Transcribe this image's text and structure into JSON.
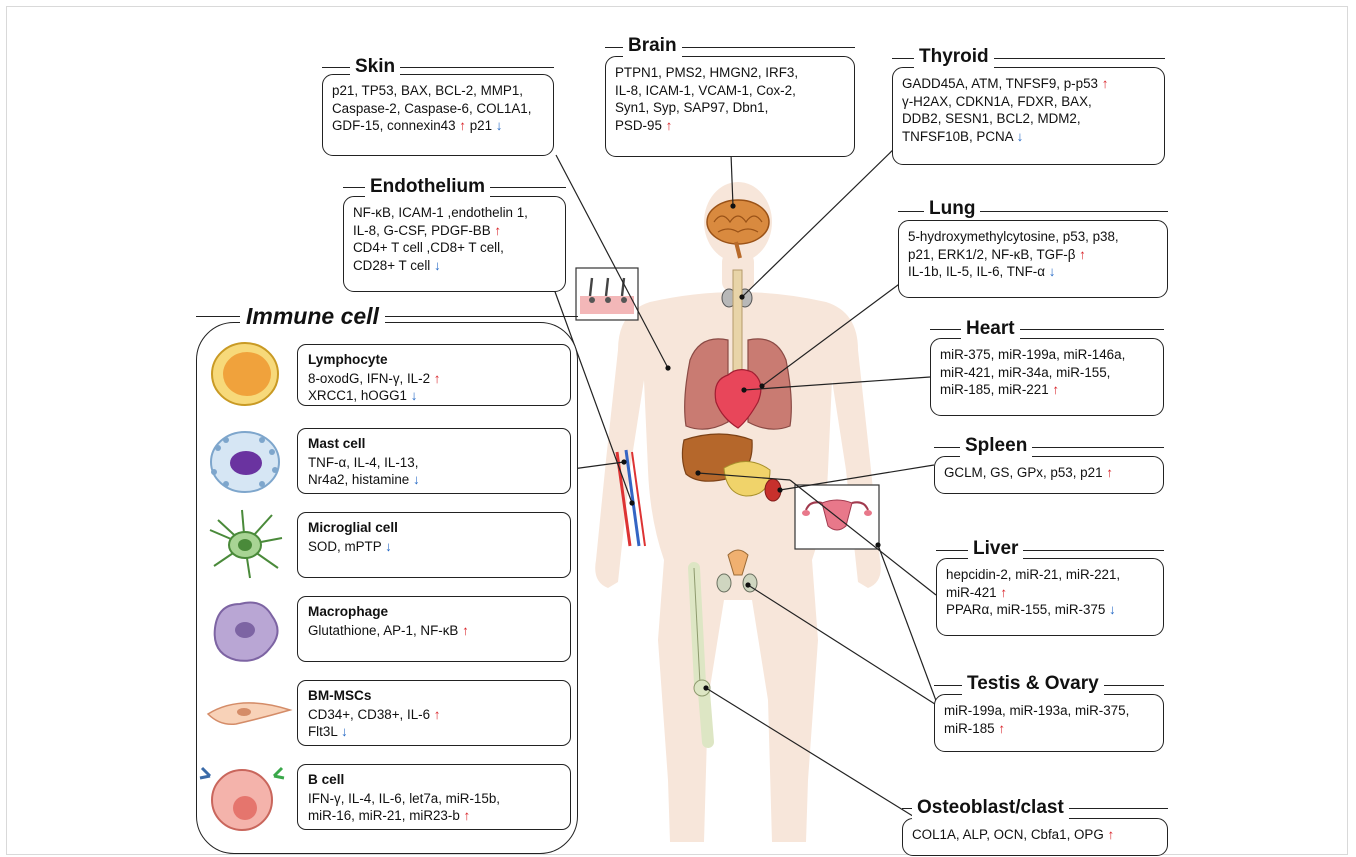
{
  "arrows": {
    "up": "↑",
    "down": "↓"
  },
  "colors": {
    "up": "#d9262c",
    "down": "#2468c5",
    "body": "#f7e6da"
  },
  "panels": {
    "skin": {
      "title": "Skin",
      "lines": [
        [
          {
            "t": "p21, TP53, BAX, BCL-2, MMP1,"
          }
        ],
        [
          {
            "t": "Caspase-2, Caspase-6, COL1A1,"
          }
        ],
        [
          {
            "t": "GDF-15, connexin43 "
          },
          {
            "a": "up"
          },
          {
            "t": "  p21 "
          },
          {
            "a": "down"
          }
        ]
      ]
    },
    "brain": {
      "title": "Brain",
      "lines": [
        [
          {
            "t": "PTPN1, PMS2, HMGN2, IRF3,"
          }
        ],
        [
          {
            "t": "IL-8, ICAM-1, VCAM-1, Cox-2,"
          }
        ],
        [
          {
            "t": "Syn1, Syp, SAP97, Dbn1,"
          }
        ],
        [
          {
            "t": "PSD-95 "
          },
          {
            "a": "up"
          }
        ]
      ]
    },
    "thyroid": {
      "title": "Thyroid",
      "lines": [
        [
          {
            "t": "GADD45A, ATM, TNFSF9, p-p53 "
          },
          {
            "a": "up"
          }
        ],
        [
          {
            "t": "γ-H2AX, CDKN1A, FDXR, BAX,"
          }
        ],
        [
          {
            "t": "DDB2, SESN1, BCL2, MDM2,"
          }
        ],
        [
          {
            "t": "TNFSF10B, PCNA "
          },
          {
            "a": "down"
          }
        ]
      ]
    },
    "endothelium": {
      "title": "Endothelium",
      "lines": [
        [
          {
            "t": "NF-κB, ICAM-1 ,endothelin 1,"
          }
        ],
        [
          {
            "t": "IL-8, G-CSF, PDGF-BB "
          },
          {
            "a": "up"
          }
        ],
        [
          {
            "t": "CD4+ T cell ,CD8+ T cell,"
          }
        ],
        [
          {
            "t": "CD28+ T cell "
          },
          {
            "a": "down"
          }
        ]
      ]
    },
    "lung": {
      "title": "Lung",
      "lines": [
        [
          {
            "t": "5-hydroxymethylcytosine, p53, p38,"
          }
        ],
        [
          {
            "t": "p21, ERK1/2, NF-κB, TGF-β "
          },
          {
            "a": "up"
          }
        ],
        [
          {
            "t": "IL-1b, IL-5, IL-6, TNF-α "
          },
          {
            "a": "down"
          }
        ]
      ]
    },
    "heart": {
      "title": "Heart",
      "lines": [
        [
          {
            "t": "miR-375, miR-199a, miR-146a,"
          }
        ],
        [
          {
            "t": "miR-421, miR-34a, miR-155,"
          }
        ],
        [
          {
            "t": "miR-185, miR-221 "
          },
          {
            "a": "up"
          }
        ]
      ]
    },
    "spleen": {
      "title": "Spleen",
      "lines": [
        [
          {
            "t": "GCLM, GS, GPx, p53, p21 "
          },
          {
            "a": "up"
          }
        ]
      ]
    },
    "liver": {
      "title": "Liver",
      "lines": [
        [
          {
            "t": "hepcidin-2, miR-21, miR-221,"
          }
        ],
        [
          {
            "t": "miR-421 "
          },
          {
            "a": "up"
          }
        ],
        [
          {
            "t": "PPARα, miR-155, miR-375 "
          },
          {
            "a": "down"
          }
        ]
      ]
    },
    "testis": {
      "title": "Testis & Ovary",
      "lines": [
        [
          {
            "t": "miR-199a, miR-193a, miR-375,"
          }
        ],
        [
          {
            "t": "miR-185 "
          },
          {
            "a": "up"
          }
        ]
      ]
    },
    "osteo": {
      "title": "Osteoblast/clast",
      "lines": [
        [
          {
            "t": "COL1A, ALP, OCN, Cbfa1, OPG "
          },
          {
            "a": "up"
          }
        ]
      ]
    }
  },
  "immune": {
    "title": "Immune cell",
    "cells": [
      {
        "name": "Lymphocyte",
        "lines": [
          [
            {
              "t": "8-oxodG, IFN-γ, IL-2 "
            },
            {
              "a": "up"
            }
          ],
          [
            {
              "t": "XRCC1, hOGG1 "
            },
            {
              "a": "down"
            }
          ]
        ]
      },
      {
        "name": "Mast cell",
        "lines": [
          [
            {
              "t": "TNF-α, IL-4, IL-13,"
            }
          ],
          [
            {
              "t": "Nr4a2, histamine "
            },
            {
              "a": "down"
            }
          ]
        ]
      },
      {
        "name": "Microglial cell",
        "lines": [
          [
            {
              "t": "SOD, mPTP "
            },
            {
              "a": "down"
            }
          ]
        ]
      },
      {
        "name": "Macrophage",
        "lines": [
          [
            {
              "t": "Glutathione, AP-1, NF-κB "
            },
            {
              "a": "up"
            }
          ]
        ]
      },
      {
        "name": "BM-MSCs",
        "lines": [
          [
            {
              "t": "CD34+, CD38+, IL-6 "
            },
            {
              "a": "up"
            }
          ],
          [
            {
              "t": "Flt3L "
            },
            {
              "a": "down"
            }
          ]
        ]
      },
      {
        "name": "B cell",
        "lines": [
          [
            {
              "t": "IFN-γ, IL-4, IL-6, let7a, miR-15b,"
            }
          ],
          [
            {
              "t": "miR-16, miR-21, miR23-b "
            },
            {
              "a": "up"
            }
          ]
        ]
      }
    ]
  }
}
